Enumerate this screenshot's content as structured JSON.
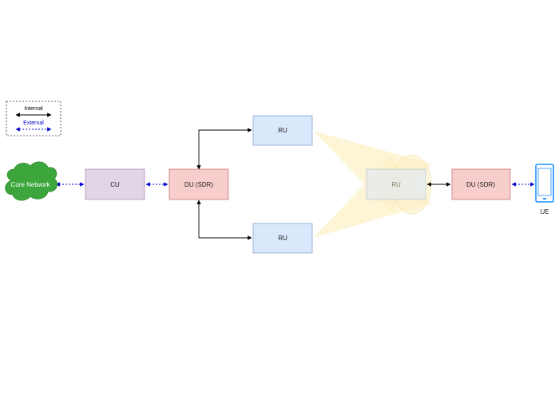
{
  "legend": {
    "internal_label": "Internal",
    "external_label": "External",
    "internal_color": "#000000",
    "external_color": "#0000cc"
  },
  "nodes": {
    "core_network": "Core Network",
    "cu": "CU",
    "du_left": "DU (SDR)",
    "ru_top": "RU",
    "ru_bottom": "RU",
    "ru_remote": "RU",
    "du_right": "DU (SDR)",
    "ue": "UE"
  },
  "colors": {
    "cloud_fill": "#3ca63c",
    "cu_fill": "#e1d5e7",
    "du_fill": "#f8cecc",
    "ru_fill": "#dae8fc",
    "beam_fill": "#fdf0c4",
    "phone_color": "#1e90ff"
  },
  "icons": [
    "cloud-icon",
    "smartphone-icon"
  ]
}
